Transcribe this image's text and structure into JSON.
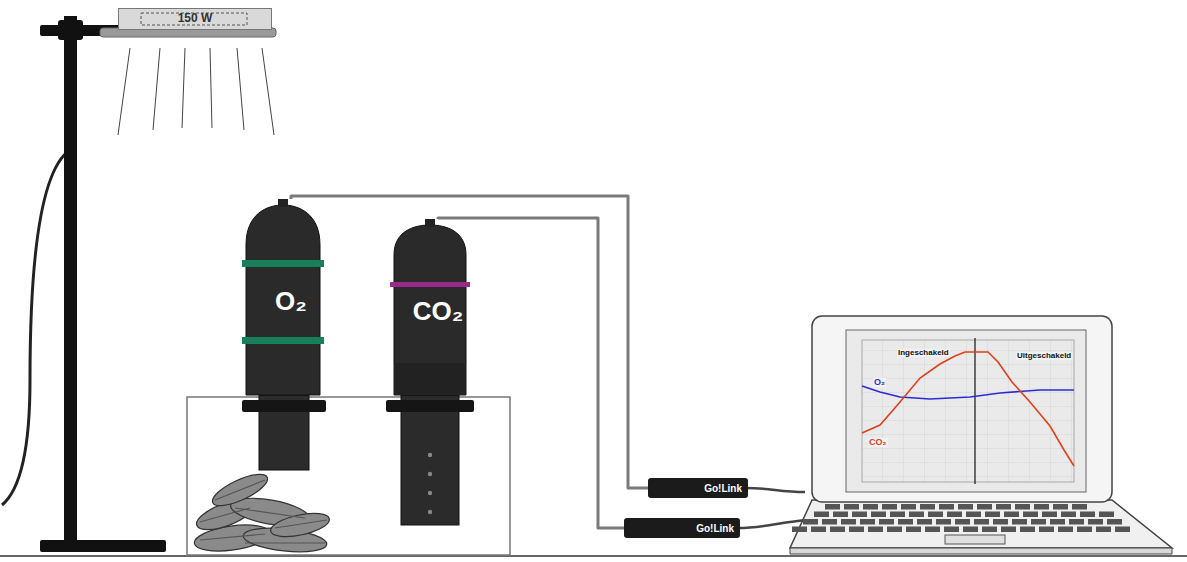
{
  "diagram": {
    "nodes": [
      {
        "text": [
          "150 W"
        ]
      },
      {
        "text": [
          "O₂"
        ]
      },
      {
        "text": [
          "CO₂"
        ]
      },
      {
        "text": [
          "Go!Link"
        ]
      },
      {
        "text": [
          "Go!Link"
        ]
      }
    ],
    "edges": [
      {
        "from": 1,
        "to": 3,
        "arrow": "none"
      },
      {
        "from": 2,
        "to": 4,
        "arrow": "none"
      }
    ],
    "labels": [
      "Ingeschakeld",
      "Uitgeschakeld",
      "O₂",
      "CO₂"
    ]
  }
}
